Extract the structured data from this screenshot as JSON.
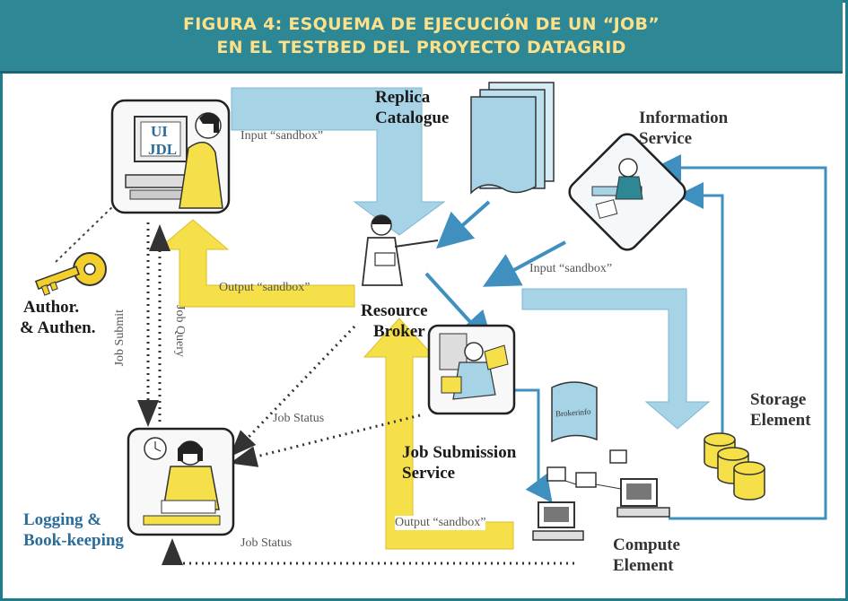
{
  "figure": {
    "title_line1": "FIGURA 4: ESQUEMA DE EJECUCIÓN DE UN “JOB”",
    "title_line2": "EN EL TESTBED DEL PROYECTO DATAGRID"
  },
  "ui_box": {
    "ui": "UI",
    "jdl": "JDL"
  },
  "nodes": {
    "replica_1": "Replica",
    "replica_2": "Catalogue",
    "info_1": "Information",
    "info_2": "Service",
    "broker_1": "Resource",
    "broker_2": "Broker",
    "auth_1": "Author.",
    "auth_2": "& Authen.",
    "jss_1": "Job Submission",
    "jss_2": "Service",
    "storage_1": "Storage",
    "storage_2": "Element",
    "logging_1": "Logging &",
    "logging_2": "Book-keeping",
    "compute_1": "Compute",
    "compute_2": "Element"
  },
  "edges": {
    "input_sandbox_top": "Input “sandbox”",
    "input_sandbox_right": "Input “sandbox”",
    "output_sandbox_left": "Output “sandbox”",
    "output_sandbox_bottom": "Output “sandbox”",
    "job_submit": "Job Submit",
    "job_query": "Job Query",
    "job_status_mid": "Job Status",
    "job_status_bottom": "Job Status",
    "brokerinfo": "Brokerinfo"
  },
  "colors": {
    "header": "#2e8794",
    "header_text": "#fde08a",
    "flow_blue": "#a6d3e6",
    "flow_yellow": "#f6e04a",
    "label_blue": "#2b6c9a"
  }
}
